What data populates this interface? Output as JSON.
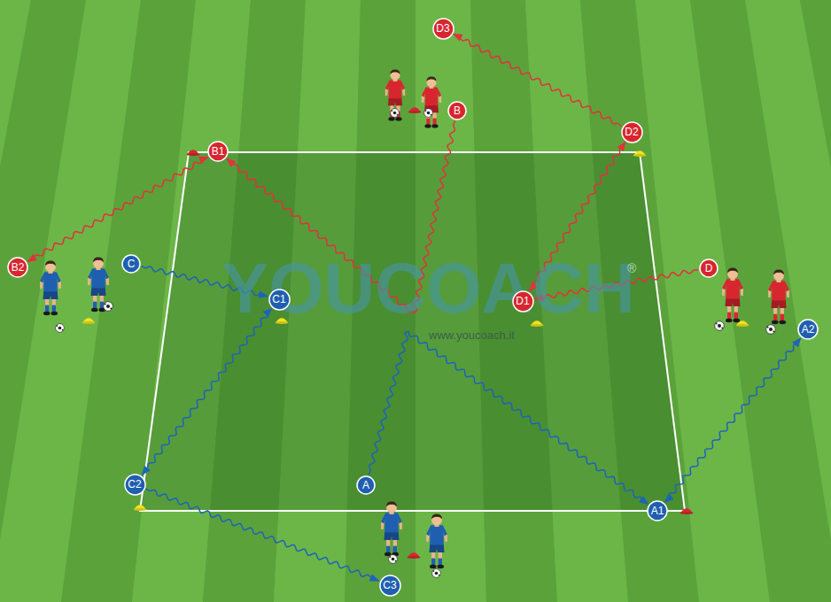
{
  "diagram": {
    "nodes": [
      {
        "text": [
          "A"
        ]
      },
      {
        "text": [
          "A1"
        ]
      },
      {
        "text": [
          "A2"
        ]
      },
      {
        "text": [
          "B"
        ]
      },
      {
        "text": [
          "B1"
        ]
      },
      {
        "text": [
          "B2"
        ]
      },
      {
        "text": [
          "C"
        ]
      },
      {
        "text": [
          "C1"
        ]
      },
      {
        "text": [
          "C2"
        ]
      },
      {
        "text": [
          "C3"
        ]
      },
      {
        "text": [
          "D"
        ]
      },
      {
        "text": [
          "D1"
        ]
      },
      {
        "text": [
          "D2"
        ]
      },
      {
        "text": [
          "D3"
        ]
      }
    ],
    "edges": [
      {
        "from": 0,
        "to": 1,
        "arrow": "to"
      },
      {
        "from": 1,
        "to": 2,
        "arrow": "both"
      },
      {
        "from": 6,
        "to": 7,
        "arrow": "to"
      },
      {
        "from": 7,
        "to": 8,
        "arrow": "both"
      },
      {
        "from": 8,
        "to": 9,
        "arrow": "to"
      },
      {
        "from": 3,
        "to": 4,
        "arrow": "to"
      },
      {
        "from": 4,
        "to": 5,
        "arrow": "both"
      },
      {
        "from": 10,
        "to": 11,
        "arrow": "to"
      },
      {
        "from": 11,
        "to": 12,
        "arrow": "both"
      },
      {
        "from": 12,
        "to": 13,
        "arrow": "to"
      }
    ],
    "labels": [
      "YOUCOACH",
      "®",
      "www.youcoach.it"
    ]
  }
}
